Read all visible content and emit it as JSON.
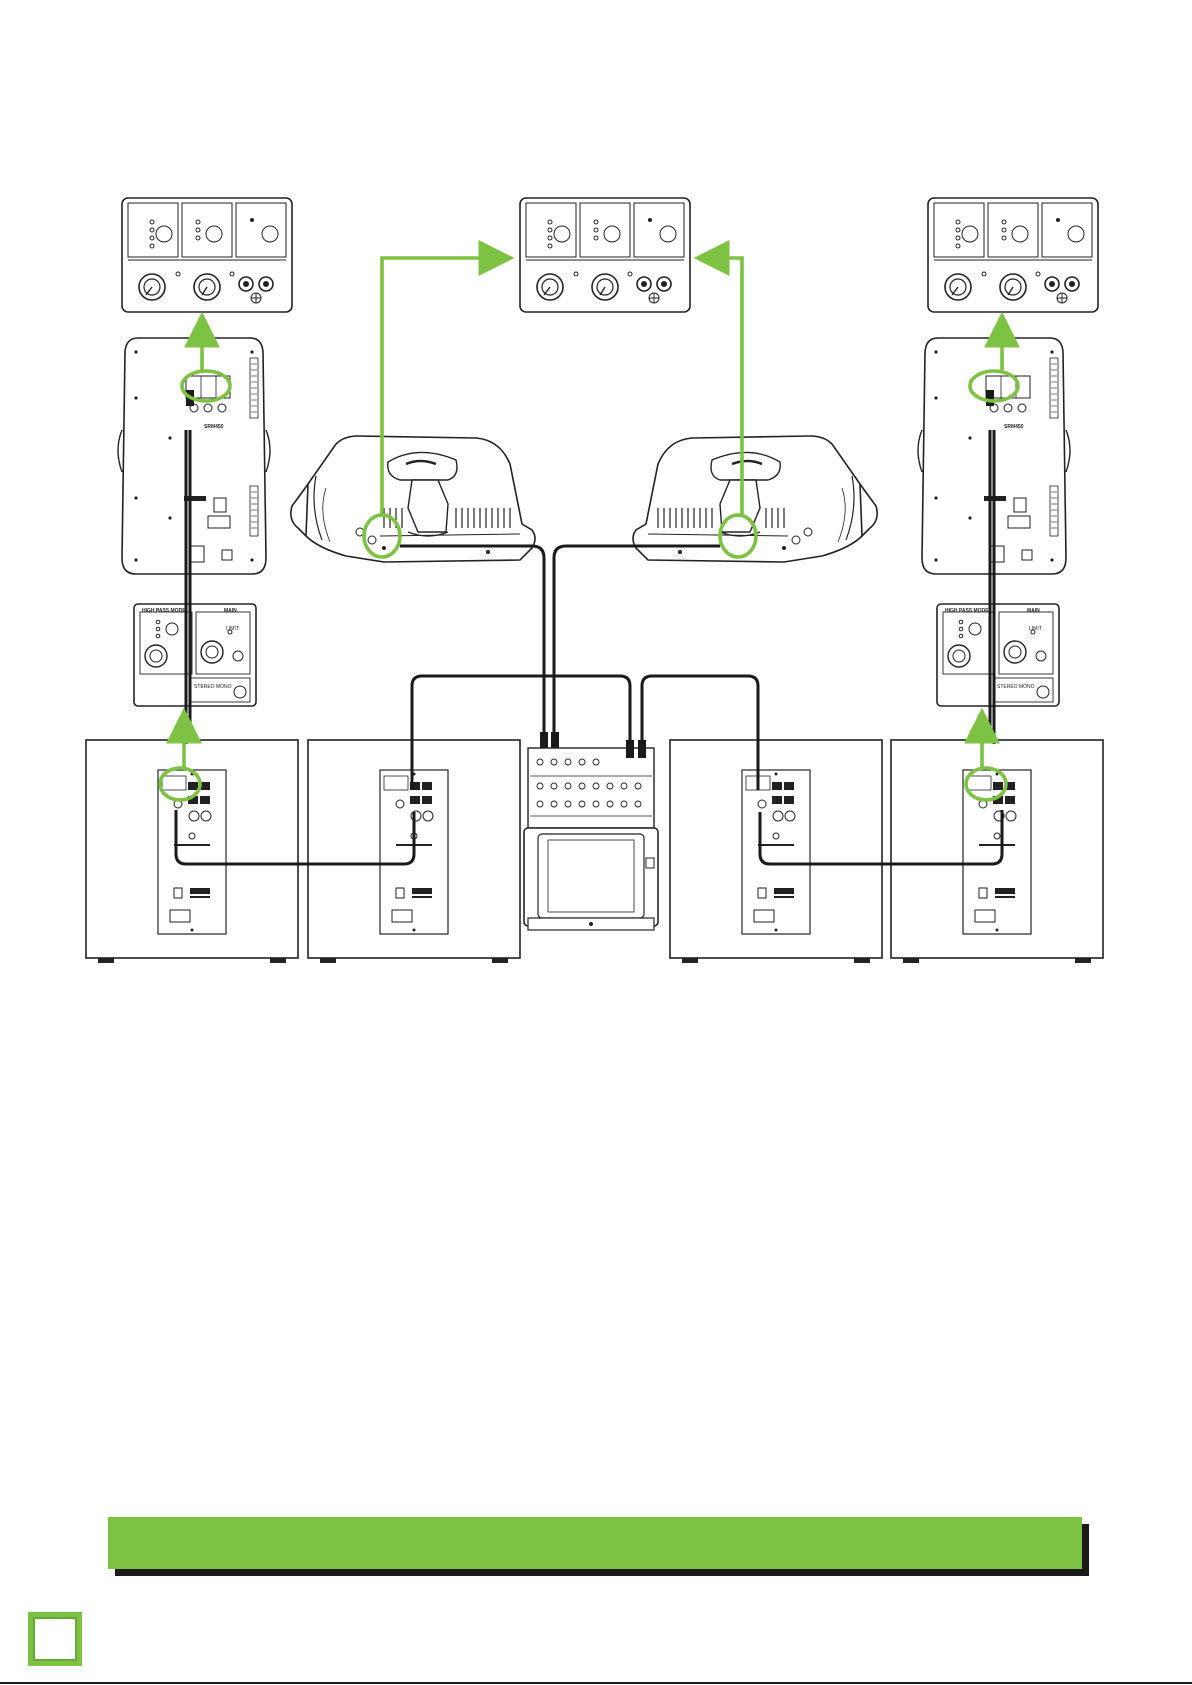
{
  "colors": {
    "accent_green": "#7dc242",
    "cable": "#1a1a1a",
    "outline": "#222222"
  },
  "subwoofer_panel": {
    "high_pass_mode_label": "HIGH PASS MODE",
    "main_label": "MAIN",
    "limit_label": "LIMIT",
    "stereo_mono_label": "STEREO MONO"
  },
  "banner": {
    "text": ""
  },
  "page": {
    "number": ""
  }
}
